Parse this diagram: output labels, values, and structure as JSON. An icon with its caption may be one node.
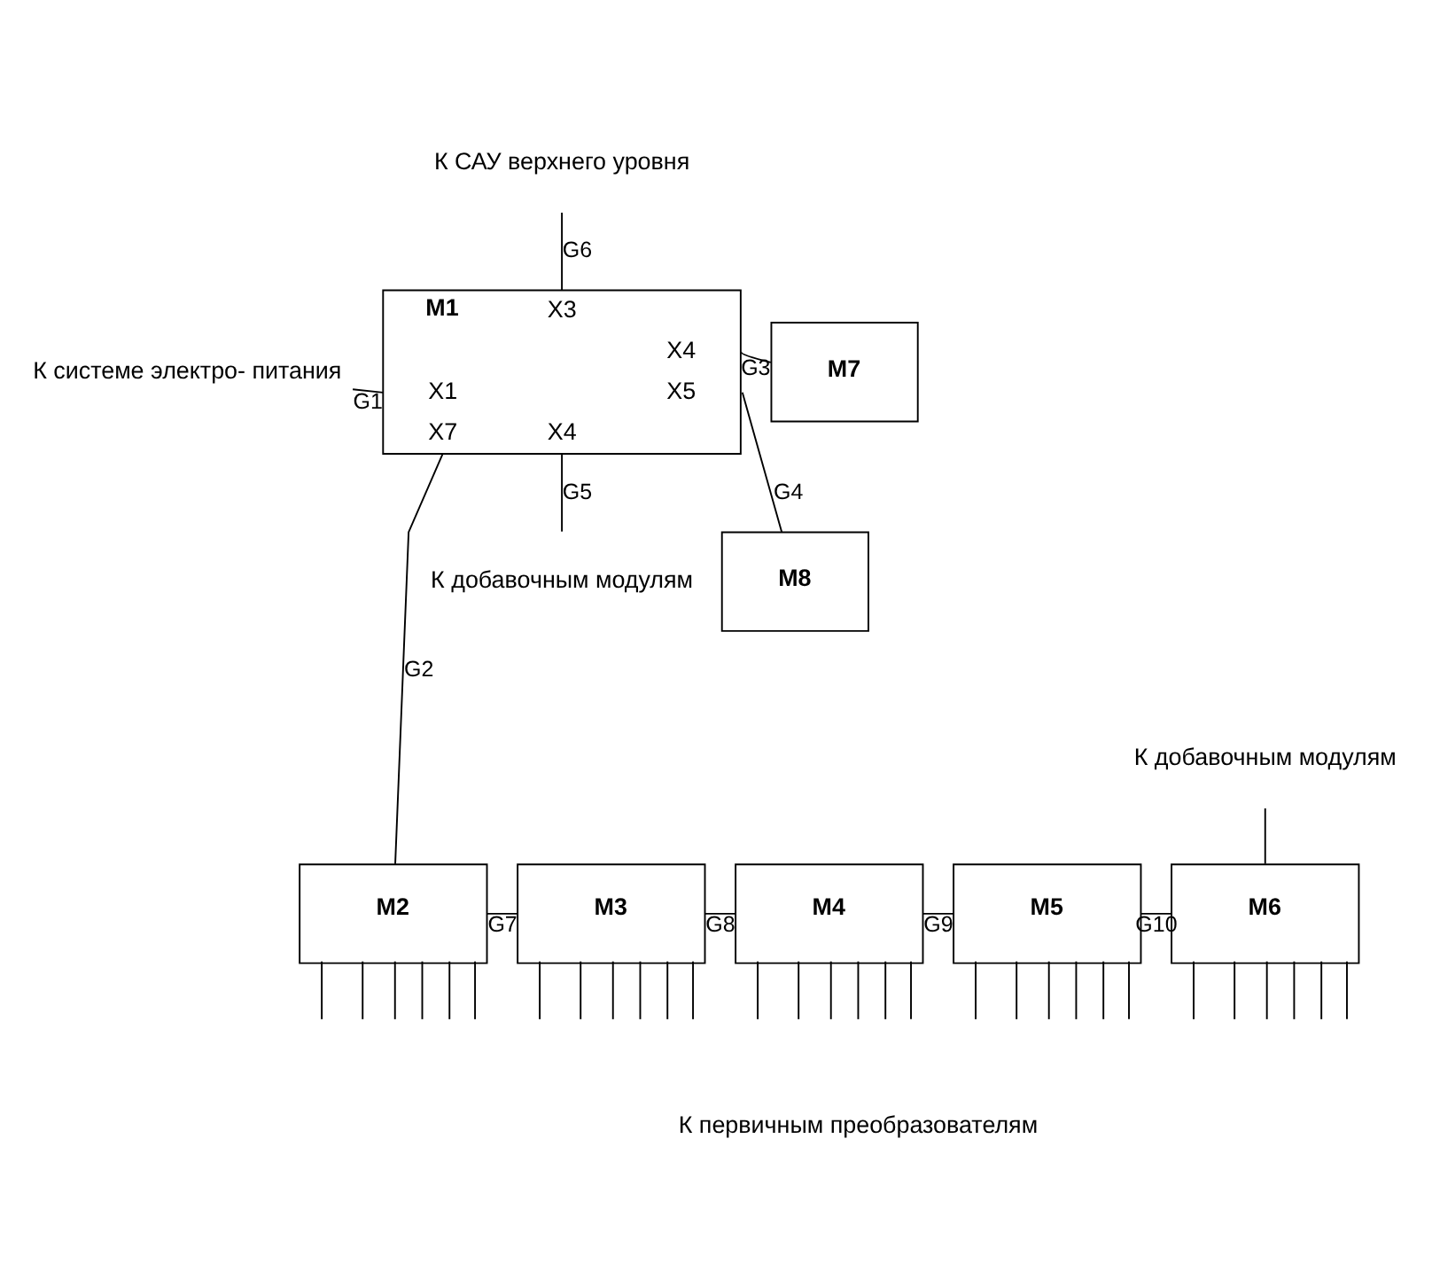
{
  "diagram": {
    "nodes": [
      {
        "text": [
          "M1",
          "X3",
          "X4",
          "X1",
          "X5",
          "X7",
          "X4"
        ]
      },
      {
        "text": [
          "К САУ верхнего уровня"
        ]
      },
      {
        "text": [
          "К системе электро- питания"
        ]
      },
      {
        "text": [
          "К добавочным модулям"
        ]
      },
      {
        "text": [
          "M7"
        ]
      },
      {
        "text": [
          "M8"
        ]
      },
      {
        "text": [
          "M2"
        ]
      },
      {
        "text": [
          "M3"
        ]
      },
      {
        "text": [
          "M4"
        ]
      },
      {
        "text": [
          "M5"
        ]
      },
      {
        "text": [
          "M6"
        ]
      },
      {
        "text": [
          "К добавочным модулям"
        ]
      }
    ],
    "edges": [
      {
        "from": 1,
        "to": 0,
        "arrow": "none",
        "label": "G6"
      },
      {
        "from": 2,
        "to": 0,
        "arrow": "none",
        "label": "G1"
      },
      {
        "from": 0,
        "to": 4,
        "arrow": "none",
        "label": "G3"
      },
      {
        "from": 0,
        "to": 5,
        "arrow": "none",
        "label": "G4"
      },
      {
        "from": 0,
        "to": 6,
        "arrow": "none",
        "label": "G2"
      },
      {
        "from": 0,
        "to": 3,
        "arrow": "none",
        "label": "G5"
      },
      {
        "from": 6,
        "to": 7,
        "arrow": "none",
        "label": "G7"
      },
      {
        "from": 7,
        "to": 8,
        "arrow": "none",
        "label": "G8"
      },
      {
        "from": 8,
        "to": 9,
        "arrow": "none",
        "label": "G9"
      },
      {
        "from": 9,
        "to": 10,
        "arrow": "none",
        "label": "G10"
      },
      {
        "from": 11,
        "to": 10,
        "arrow": "none"
      },
      {
        "from": 6,
        "to": null,
        "arrow": "none"
      },
      {
        "from": 6,
        "to": null,
        "arrow": "none"
      },
      {
        "from": 6,
        "to": null,
        "arrow": "none"
      },
      {
        "from": 6,
        "to": null,
        "arrow": "none"
      },
      {
        "from": 6,
        "to": null,
        "arrow": "none"
      },
      {
        "from": 6,
        "to": null,
        "arrow": "none"
      },
      {
        "from": 7,
        "to": null,
        "arrow": "none"
      },
      {
        "from": 7,
        "to": null,
        "arrow": "none"
      },
      {
        "from": 7,
        "to": null,
        "arrow": "none"
      },
      {
        "from": 7,
        "to": null,
        "arrow": "none"
      },
      {
        "from": 7,
        "to": null,
        "arrow": "none"
      },
      {
        "from": 7,
        "to": null,
        "arrow": "none"
      },
      {
        "from": 8,
        "to": null,
        "arrow": "none"
      },
      {
        "from": 8,
        "to": null,
        "arrow": "none"
      },
      {
        "from": 8,
        "to": null,
        "arrow": "none"
      },
      {
        "from": 8,
        "to": null,
        "arrow": "none"
      },
      {
        "from": 8,
        "to": null,
        "arrow": "none"
      },
      {
        "from": 8,
        "to": null,
        "arrow": "none"
      },
      {
        "from": 9,
        "to": null,
        "arrow": "none"
      },
      {
        "from": 9,
        "to": null,
        "arrow": "none"
      },
      {
        "from": 9,
        "to": null,
        "arrow": "none"
      },
      {
        "from": 9,
        "to": null,
        "arrow": "none"
      },
      {
        "from": 9,
        "to": null,
        "arrow": "none"
      },
      {
        "from": 9,
        "to": null,
        "arrow": "none"
      },
      {
        "from": 10,
        "to": null,
        "arrow": "none"
      },
      {
        "from": 10,
        "to": null,
        "arrow": "none"
      },
      {
        "from": 10,
        "to": null,
        "arrow": "none"
      },
      {
        "from": 10,
        "to": null,
        "arrow": "none"
      },
      {
        "from": 10,
        "to": null,
        "arrow": "none"
      },
      {
        "from": 10,
        "to": null,
        "arrow": "none"
      }
    ],
    "labels": [
      "К первичным преобразователям"
    ]
  }
}
